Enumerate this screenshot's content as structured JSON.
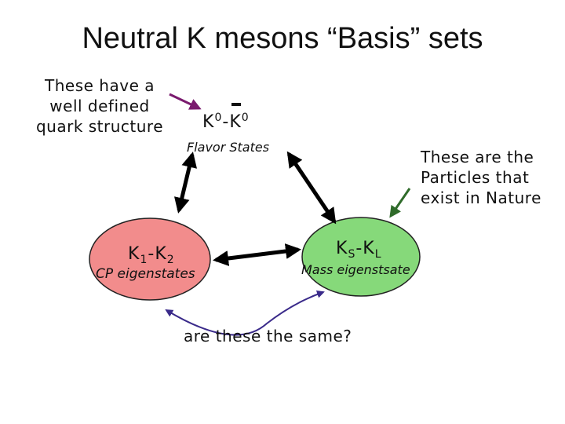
{
  "title": "Neutral K mesons “Basis” sets",
  "notes": {
    "left": [
      "These have a",
      "well defined",
      "quark structure"
    ],
    "right": [
      "These are the",
      "Particles that",
      "exist in Nature"
    ]
  },
  "nodes": {
    "flavor": {
      "kaon_base": "K",
      "sup_a": "0",
      "dash": "-",
      "kaon_bar": "K",
      "sup_b": "0",
      "label": "Flavor States"
    },
    "cp": {
      "kaon_base": "K",
      "sub_a": "1",
      "dash": "-",
      "kaon_b": "K",
      "sub_b": "2",
      "label": "CP eigenstates",
      "fill": "#f28c8c"
    },
    "mass": {
      "kaon_base": "K",
      "sub_a": "S",
      "dash": "-",
      "kaon_b": "K",
      "sub_b": "L",
      "label": "Mass eigenstsate",
      "fill": "#86d97a"
    }
  },
  "question": "are these the same?",
  "colors": {
    "pointer_left": "#7a1a6e",
    "pointer_right": "#2f6b2a",
    "arrow": "#000000",
    "curve": "#3a2a8a"
  }
}
